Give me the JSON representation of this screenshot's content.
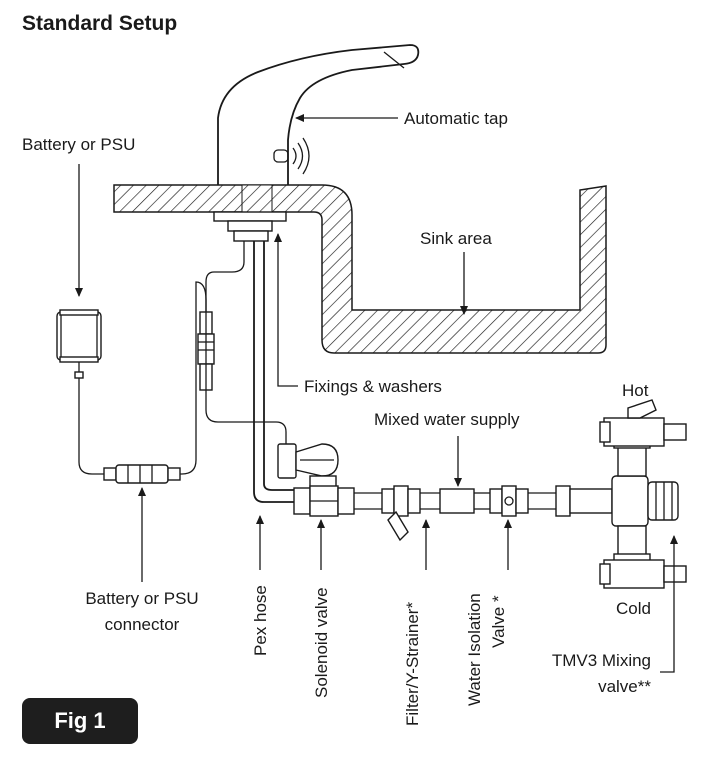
{
  "title": "Standard Setup",
  "figure_label": "Fig 1",
  "labels": {
    "automatic_tap": "Automatic tap",
    "battery_or_psu": "Battery or PSU",
    "sink_area": "Sink area",
    "fixings_washers": "Fixings & washers",
    "mixed_water_supply": "Mixed water supply",
    "hot": "Hot",
    "cold": "Cold",
    "battery_connector_line1": "Battery or PSU",
    "battery_connector_line2": "connector",
    "pex_hose": "Pex hose",
    "solenoid_valve": "Solenoid valve",
    "filter_strainer": "Filter/Y-Strainer*",
    "water_isolation_line1": "Water Isolation",
    "water_isolation_line2": "Valve *",
    "tmv3_line1": "TMV3 Mixing",
    "tmv3_line2": "valve**"
  }
}
